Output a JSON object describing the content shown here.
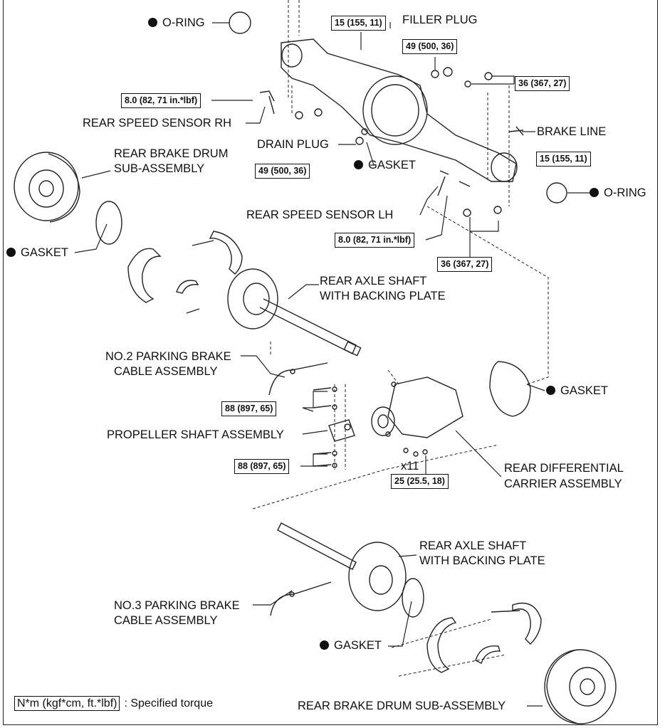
{
  "labels": {
    "o_ring_top": "O-RING",
    "filler_plug": "FILLER PLUG",
    "rear_speed_sensor_rh": "REAR SPEED SENSOR RH",
    "drain_plug": "DRAIN PLUG",
    "gasket_drain": "GASKET",
    "brake_line": "BRAKE LINE",
    "o_ring_right": "O-RING",
    "rear_brake_drum_sub_top_1": "REAR BRAKE DRUM",
    "rear_brake_drum_sub_top_2": "SUB-ASSEMBLY",
    "gasket_left": "GASKET",
    "rear_speed_sensor_lh": "REAR SPEED SENSOR LH",
    "rear_axle_shaft_top_1": "REAR AXLE SHAFT",
    "rear_axle_shaft_top_2": "WITH BACKING PLATE",
    "no2_parking_brake_1": "NO.2 PARKING BRAKE",
    "no2_parking_brake_2": "CABLE ASSEMBLY",
    "gasket_carrier": "GASKET",
    "propeller_shaft": "PROPELLER SHAFT ASSEMBLY",
    "rear_diff_1": "REAR DIFFERENTIAL",
    "rear_diff_2": "CARRIER ASSEMBLY",
    "x11": "x11",
    "rear_axle_shaft_bottom_1": "REAR AXLE SHAFT",
    "rear_axle_shaft_bottom_2": "WITH BACKING PLATE",
    "no3_parking_brake_1": "NO.3 PARKING BRAKE",
    "no3_parking_brake_2": "CABLE ASSEMBLY",
    "gasket_bottom": "GASKET",
    "rear_brake_drum_bottom": "REAR BRAKE DRUM SUB-ASSEMBLY"
  },
  "torques": {
    "t_15_top": "15 (155, 11)",
    "t_49_filler": "49 (500, 36)",
    "t_36_top": "36 (367, 27)",
    "t_8_rh": "8.0 (82, 71 in.*lbf)",
    "t_15_right": "15 (155, 11)",
    "t_49_drain": "49 (500, 36)",
    "t_8_lh": "8.0 (82, 71 in.*lbf)",
    "t_36_lower": "36 (367, 27)",
    "t_88_top": "88 (897, 65)",
    "t_88_bottom": "88 (897, 65)",
    "t_25": "25 (25.5, 18)"
  },
  "legend": {
    "unit": "N*m (kgf*cm, ft.*lbf)",
    "text": ": Specified torque"
  }
}
